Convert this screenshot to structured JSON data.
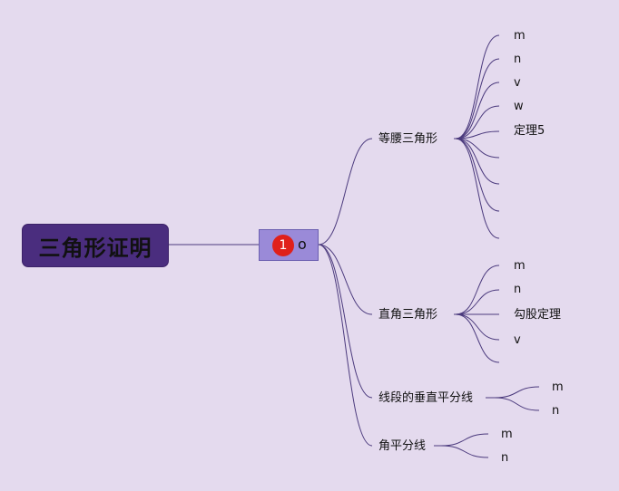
{
  "root": {
    "title": "三角形证明"
  },
  "hub": {
    "badge": "1",
    "label": "o"
  },
  "branches": [
    {
      "label": "等腰三角形",
      "children": [
        "m",
        "n",
        "v",
        "w",
        "定理5",
        "",
        "",
        "",
        ""
      ]
    },
    {
      "label": "直角三角形",
      "children": [
        "m",
        "n",
        "勾股定理",
        "v",
        ""
      ]
    },
    {
      "label": "线段的垂直平分线",
      "children": [
        "m",
        "n"
      ]
    },
    {
      "label": "角平分线",
      "children": [
        "m",
        "n"
      ]
    }
  ],
  "colors": {
    "background": "#e4daee",
    "root": "#4a2d7e",
    "hub": "#9a8ad8",
    "badge": "#e0201a",
    "line": "#4b3a7d"
  }
}
